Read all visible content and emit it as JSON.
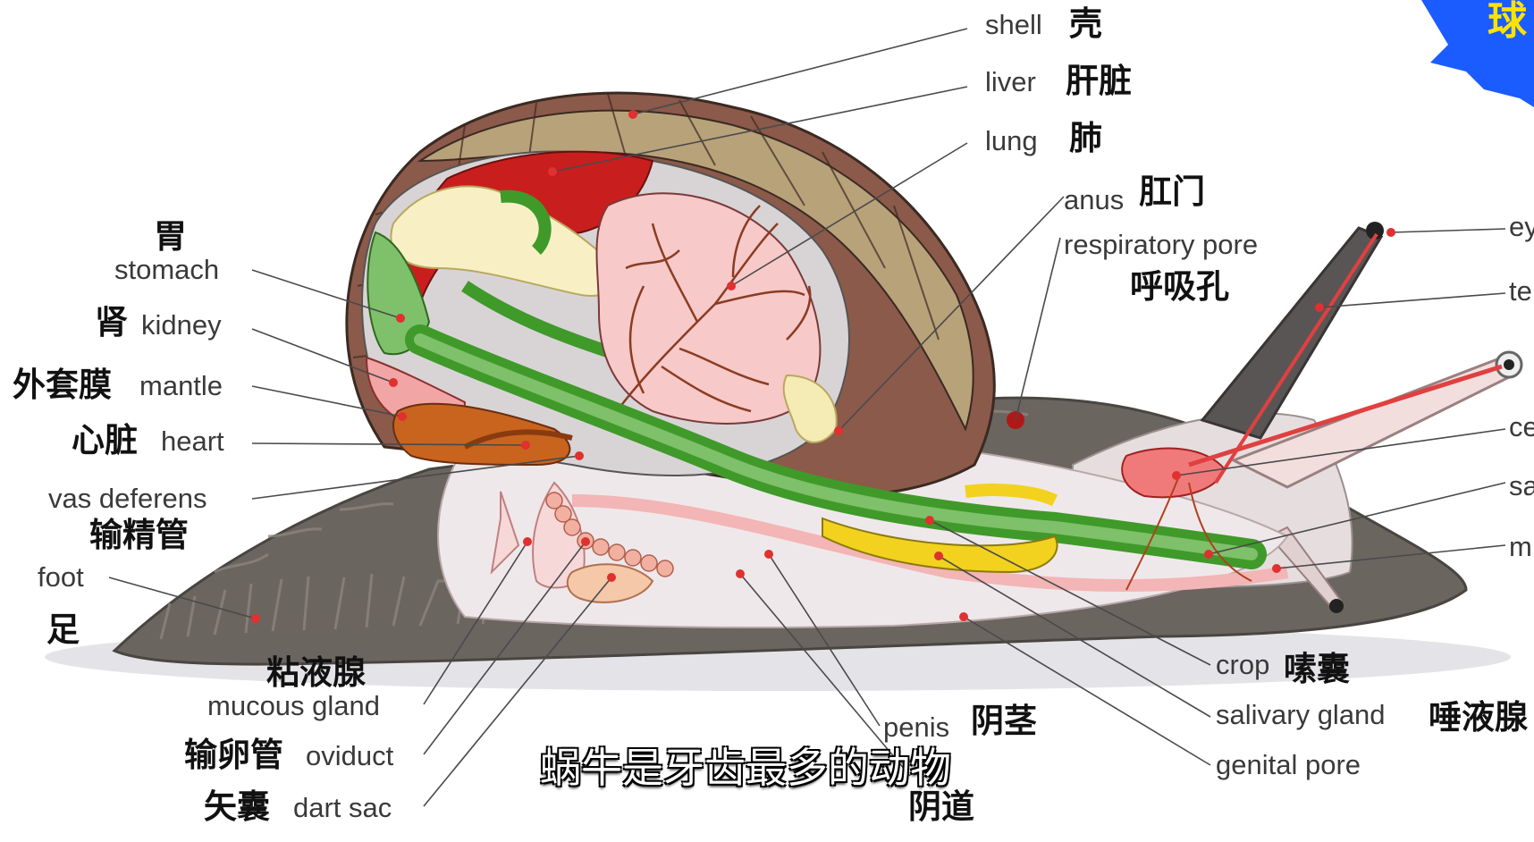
{
  "labels": {
    "shell": {
      "en": "shell",
      "cn": "壳"
    },
    "liver": {
      "en": "liver",
      "cn": "肝脏"
    },
    "lung": {
      "en": "lung",
      "cn": "肺"
    },
    "anus": {
      "en": "anus",
      "cn": "肛门"
    },
    "respiratory_pore": {
      "en": "respiratory pore",
      "cn": "呼吸孔"
    },
    "stomach": {
      "en": "stomach",
      "cn": "胃"
    },
    "kidney": {
      "en": "kidney",
      "cn": "肾"
    },
    "mantle": {
      "en": "mantle",
      "cn": "外套膜"
    },
    "heart": {
      "en": "heart",
      "cn": "心脏"
    },
    "vas_deferens": {
      "en": "vas deferens",
      "cn": "输精管"
    },
    "foot": {
      "en": "foot",
      "cn": "足"
    },
    "mucous_gland": {
      "en": "mucous gland",
      "cn": "粘液腺"
    },
    "oviduct": {
      "en": "oviduct",
      "cn": "输卵管"
    },
    "dart_sac": {
      "en": "dart sac",
      "cn": "矢囊"
    },
    "penis": {
      "en": "penis",
      "cn": "阴茎"
    },
    "vagina": {
      "cn": "阴道"
    },
    "crop": {
      "en": "crop",
      "cn": "嗉囊"
    },
    "salivary_gland": {
      "en": "salivary gland",
      "cn": "唾液腺"
    },
    "genital_pore": {
      "en": "genital pore"
    },
    "cut_right_1": {
      "en": "ey"
    },
    "cut_right_2": {
      "en": "te"
    },
    "cut_right_3": {
      "en": "ce"
    },
    "cut_right_4": {
      "en": "sa"
    },
    "cut_right_5": {
      "en": "m"
    }
  },
  "subtitle": "蜗牛是牙齿最多的动物",
  "badge": {
    "text": "球",
    "color": "#1a5cff",
    "text_color": "#ffe300"
  },
  "colors": {
    "shell_brown": "#8b5a4a",
    "shell_tan": "#b8a27a",
    "body_gray": "#6b6560",
    "organ_green": "#3f9a2a",
    "organ_red": "#d9403a",
    "organ_cream": "#f5ebb5",
    "lung_pink": "#f7c9c9",
    "pin_red": "#e03030"
  }
}
